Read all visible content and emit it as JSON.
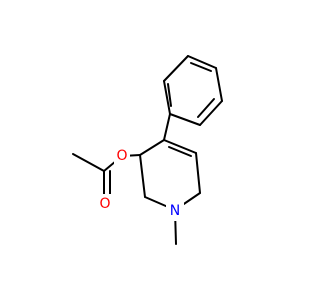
{
  "colors": {
    "bond": "#000000",
    "oxygen": "#ff0000",
    "nitrogen": "#0000ff",
    "background": "#ffffff"
  },
  "atoms": {
    "oxygen_ester": "O",
    "oxygen_carbonyl": "O",
    "nitrogen_ring": "N"
  }
}
